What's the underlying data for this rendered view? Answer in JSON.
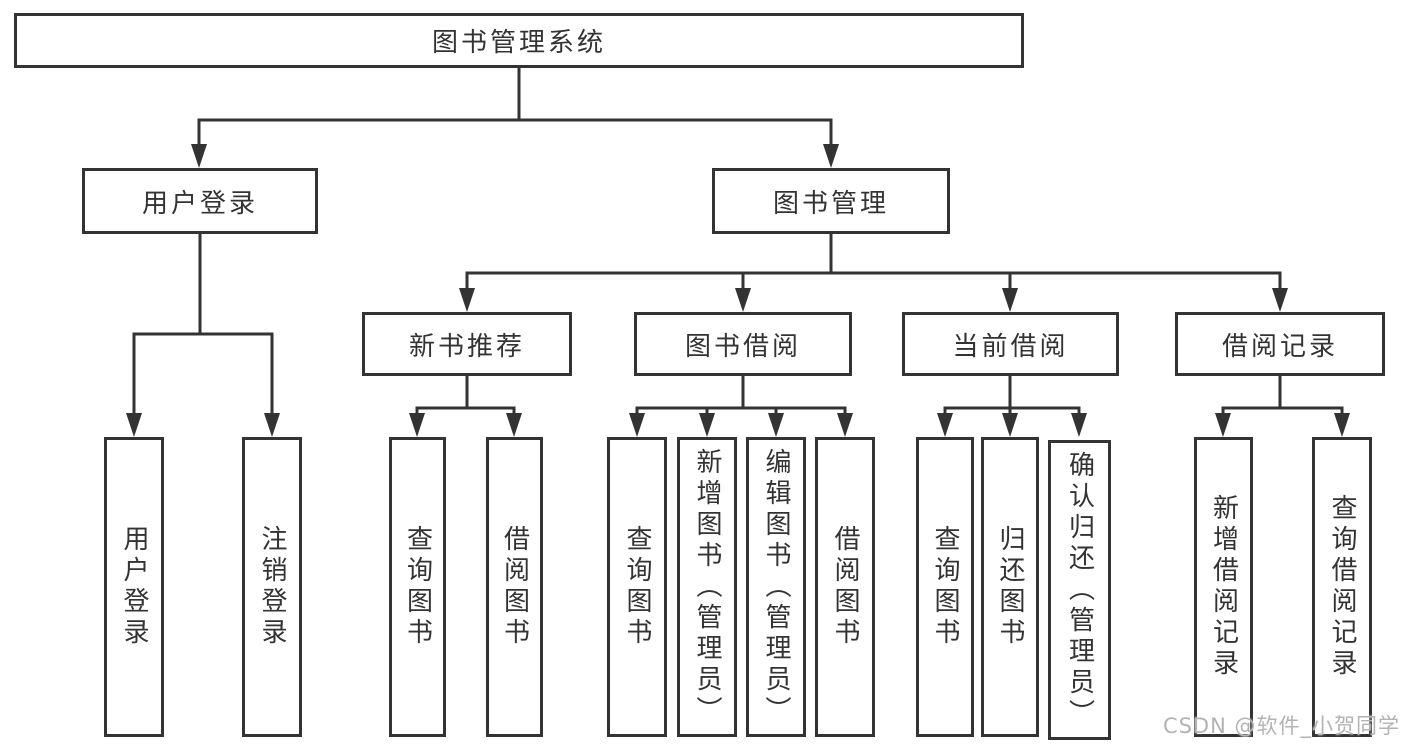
{
  "colors": {
    "line": "#333333",
    "text": "#333333",
    "box_background": "#ffffff",
    "page_background": "#ffffff"
  },
  "watermark": {
    "text": "CSDN @软件_小贺同学",
    "color": "#b3b3b3"
  },
  "tree": {
    "label": "图书管理系统",
    "children": [
      {
        "label": "用户登录",
        "children": [
          {
            "label": "用户登录"
          },
          {
            "label": "注销登录"
          }
        ]
      },
      {
        "label": "图书管理",
        "children": [
          {
            "label": "新书推荐",
            "children": [
              {
                "label": "查询图书"
              },
              {
                "label": "借阅图书"
              }
            ]
          },
          {
            "label": "图书借阅",
            "children": [
              {
                "label": "查询图书"
              },
              {
                "label": "新增图书（管理员）"
              },
              {
                "label": "编辑图书（管理员）"
              },
              {
                "label": "借阅图书"
              }
            ]
          },
          {
            "label": "当前借阅",
            "children": [
              {
                "label": "查询图书"
              },
              {
                "label": "归还图书"
              },
              {
                "label": "确认归还（管理员）"
              }
            ]
          },
          {
            "label": "借阅记录",
            "children": [
              {
                "label": "新增借阅记录"
              },
              {
                "label": "查询借阅记录"
              }
            ]
          }
        ]
      }
    ]
  }
}
